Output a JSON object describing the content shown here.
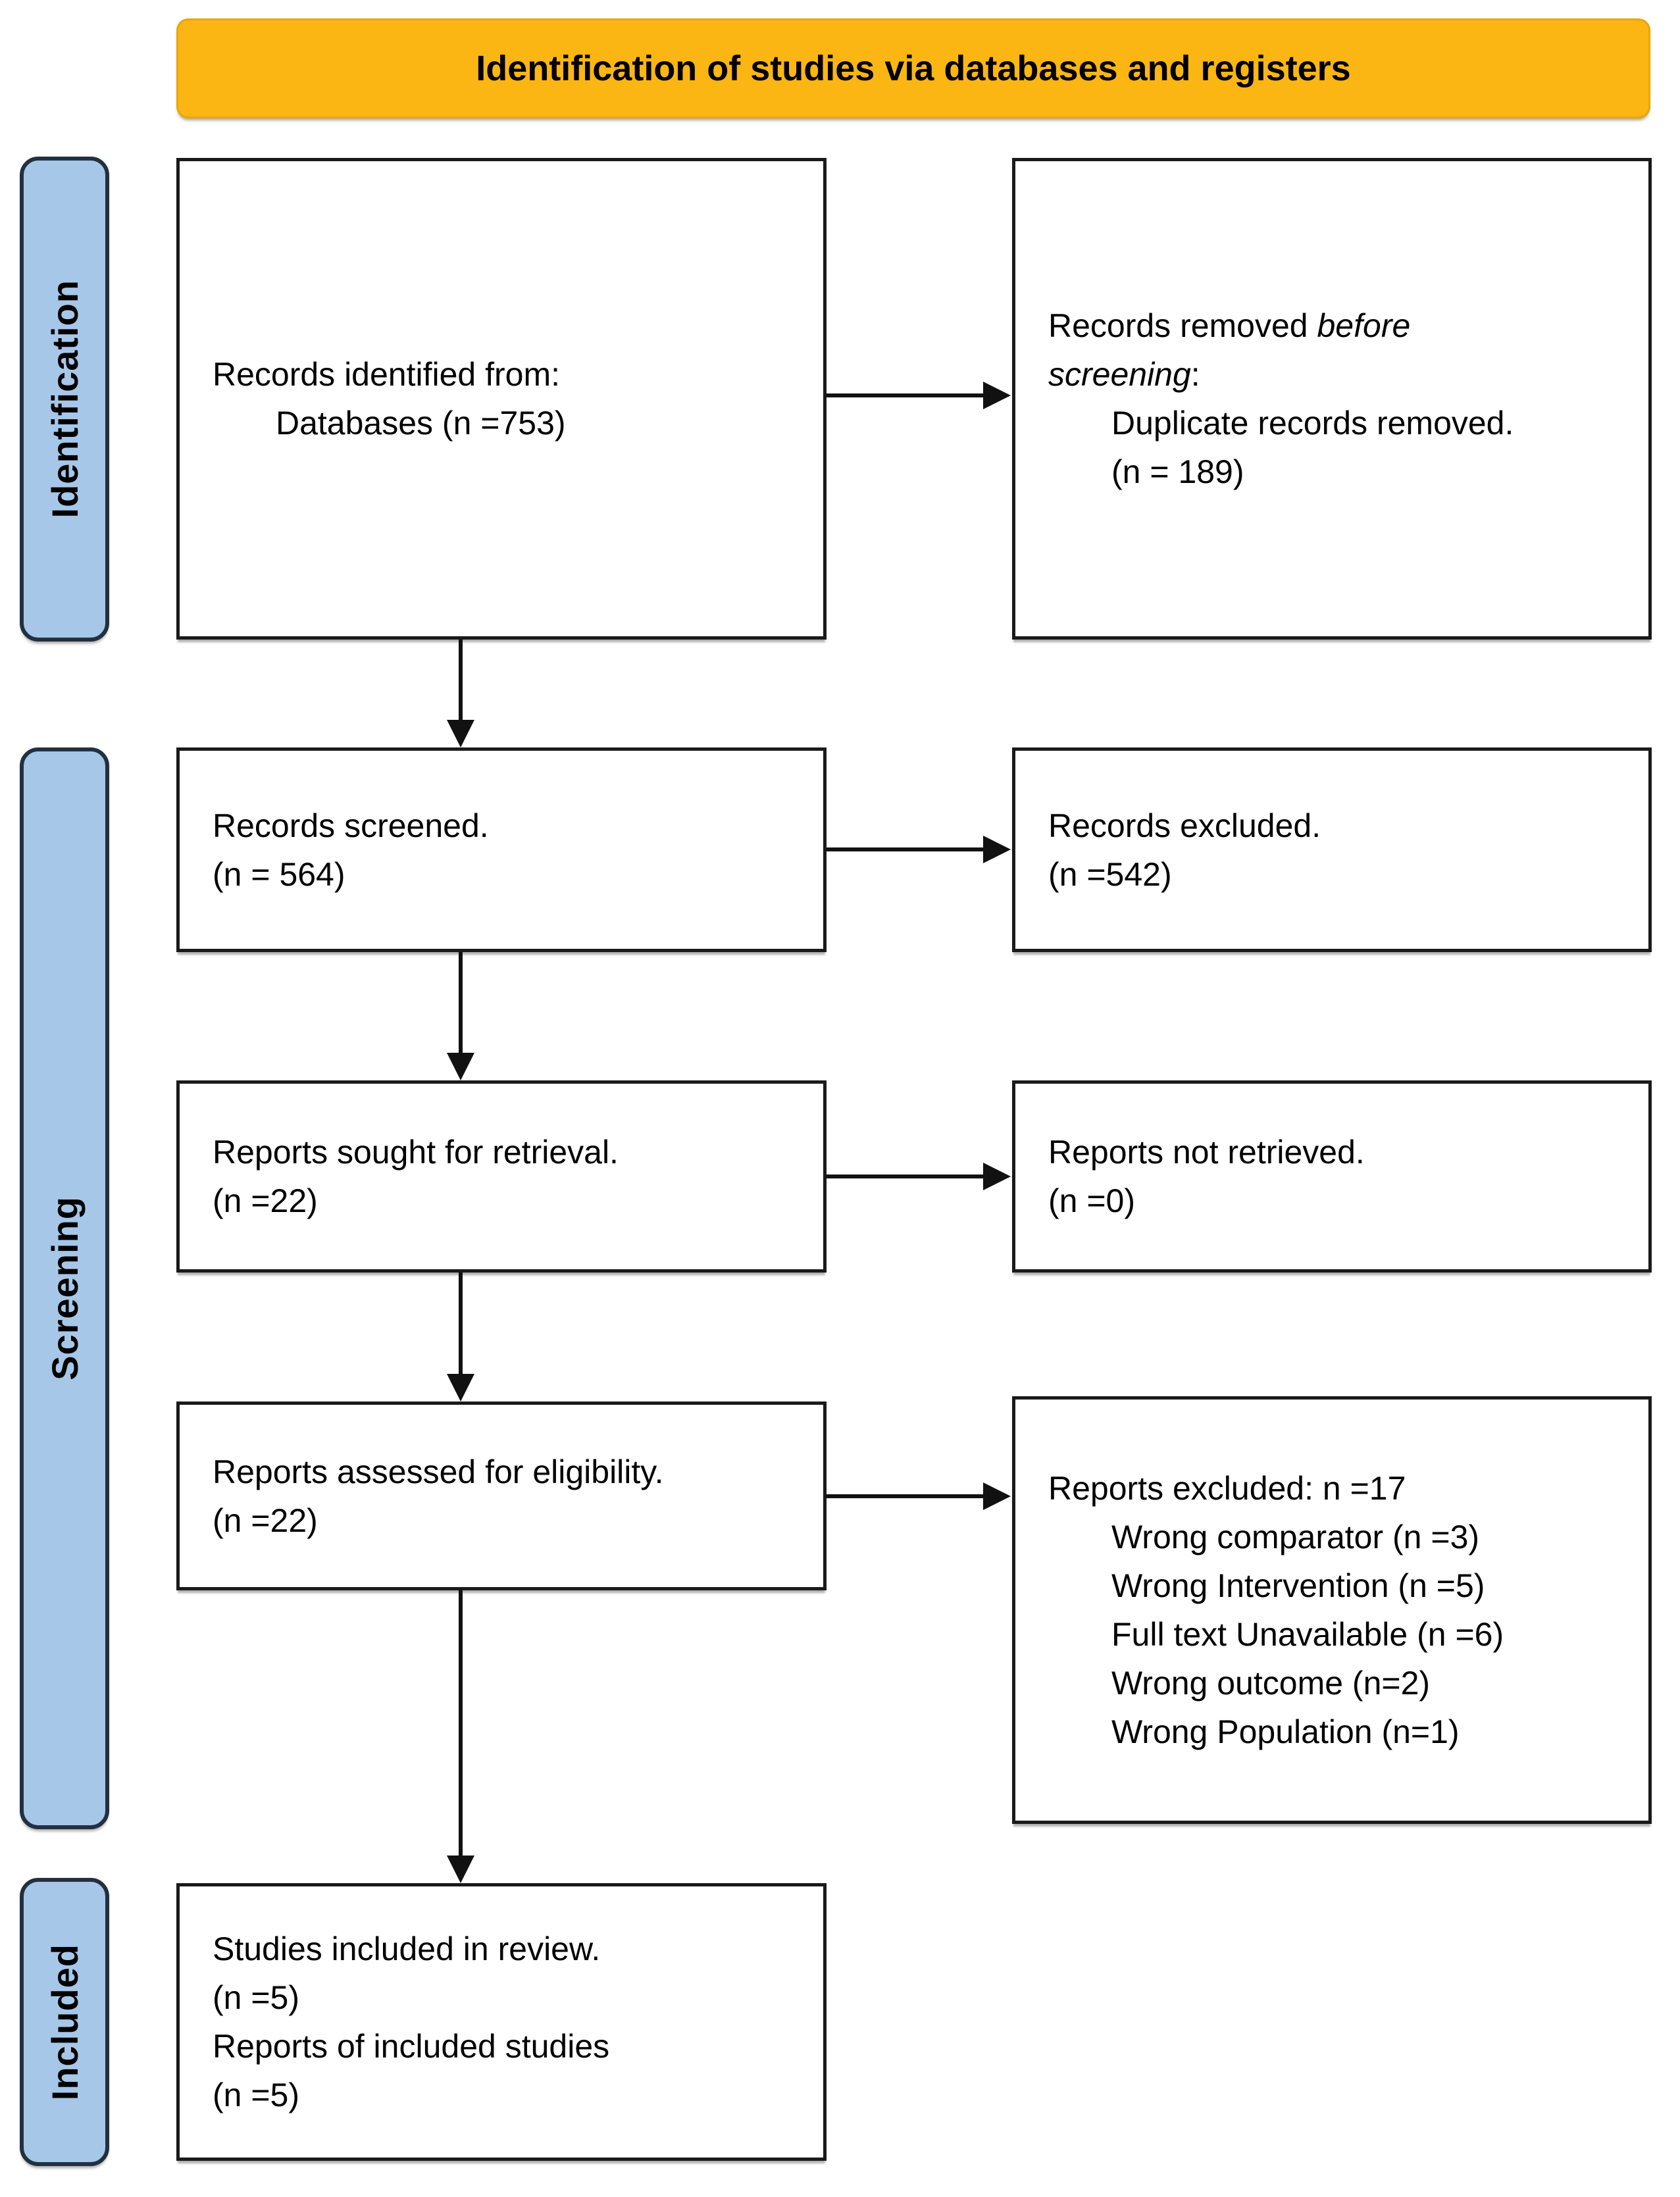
{
  "title": "Identification of studies via databases and registers",
  "stages": [
    {
      "label": "Identification"
    },
    {
      "label": "Screening"
    },
    {
      "label": "Included"
    }
  ],
  "boxes": {
    "records_identified": {
      "lines": [
        "Records identified from:",
        "Databases (n =753)"
      ]
    },
    "records_removed": {
      "line1_prefix": "Records removed ",
      "line1_italic": "before",
      "line2_italic": "screening",
      "line2_suffix": ":",
      "line3": "Duplicate records removed.",
      "line4": "(n = 189)"
    },
    "records_screened": {
      "lines": [
        "Records screened.",
        "(n = 564)"
      ]
    },
    "records_excluded": {
      "lines": [
        "Records excluded.",
        "(n =542)"
      ]
    },
    "reports_sought": {
      "lines": [
        "Reports sought for retrieval.",
        "(n =22)"
      ]
    },
    "reports_not_retrieved": {
      "lines": [
        "Reports not retrieved.",
        "(n =0)"
      ]
    },
    "reports_assessed": {
      "lines": [
        "Reports assessed for eligibility.",
        "(n =22)"
      ]
    },
    "reports_excluded": {
      "header": "Reports excluded: n =17",
      "reasons": [
        "Wrong comparator (n =3)",
        "Wrong Intervention (n =5)",
        "Full text Unavailable (n =6)",
        "Wrong outcome (n=2)",
        "Wrong Population (n=1)"
      ]
    },
    "studies_included": {
      "lines": [
        "Studies included in review.",
        "(n =5)",
        "Reports of included studies",
        "(n =5)"
      ]
    }
  },
  "colors": {
    "header_bg": "#FBB614",
    "stage_bg": "#A7C7E8",
    "box_border": "#1A1A1A",
    "arrow": "#111111"
  }
}
